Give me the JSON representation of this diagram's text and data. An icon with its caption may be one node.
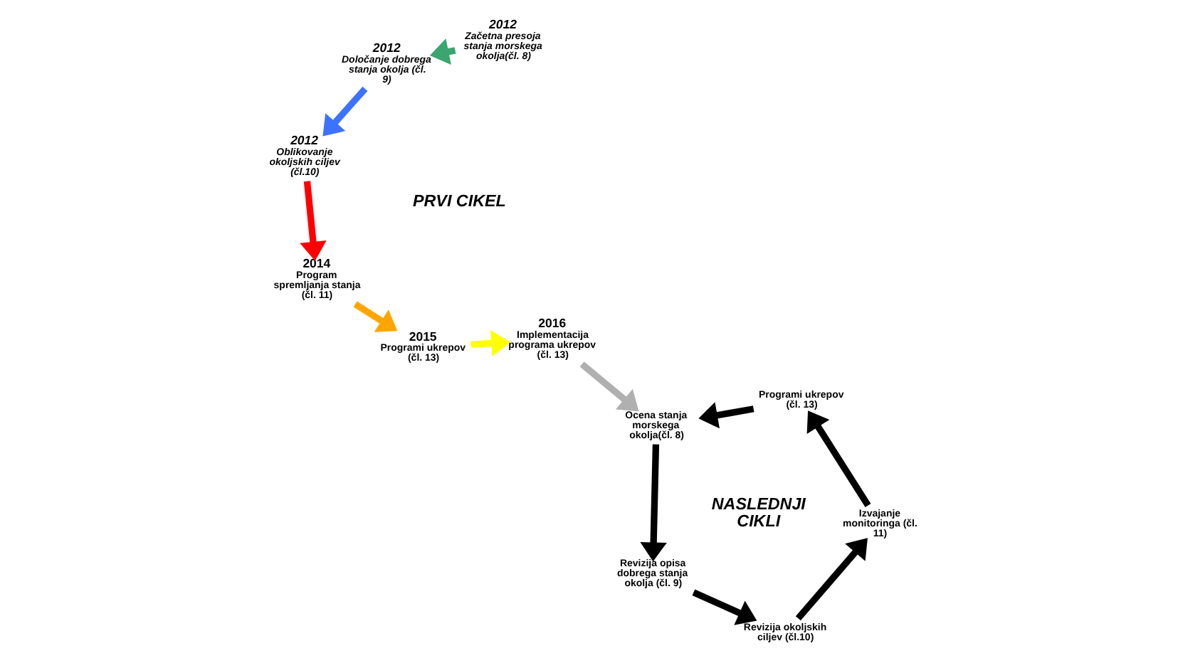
{
  "diagram": {
    "nodes": [
      {
        "text": [
          "2012",
          "Oblikovanje okoljskih ciljev (čl.10)"
        ]
      },
      {
        "text": [
          "2014",
          "Program spremljanja stanja (čl. 11)"
        ]
      },
      {
        "text": [
          "2015",
          "Programi ukrepov (čl. 13)"
        ]
      },
      {
        "text": [
          "2016",
          "Implementacija programa ukrepov (čl. 13)"
        ]
      },
      {
        "text": [
          "2012",
          "Določanje dobrega stanja okolja (čl. 9)"
        ]
      },
      {
        "text": [
          "2012",
          "Začetna presoja stanja morskega okolja(čl. 8)"
        ]
      },
      {
        "text": [
          "Revizija okoljskih ciljev (čl.10)"
        ]
      },
      {
        "text": [
          "Izvajanje monitoringa (čl. 11)"
        ]
      },
      {
        "text": [
          "Revizija opisa dobrega stanja okolja (čl. 9)"
        ]
      },
      {
        "text": [
          "Programi ukrepov (čl. 13)"
        ]
      },
      {
        "text": [
          "Ocena stanja morskega okolja(čl. 8)"
        ]
      }
    ],
    "edges": [
      {
        "from": 0,
        "to": 1,
        "arrow": "to",
        "color": "#ff0000"
      },
      {
        "from": 1,
        "to": 2,
        "arrow": "to",
        "color": "#ffa500"
      },
      {
        "from": 2,
        "to": 3,
        "arrow": "to",
        "color": "#ffff00"
      },
      {
        "from": 3,
        "to": 10,
        "arrow": "to",
        "color": "#b0b0b0"
      },
      {
        "from": 5,
        "to": 4,
        "arrow": "to",
        "color": "#3aa56e"
      },
      {
        "from": 4,
        "to": 0,
        "arrow": "to",
        "color": "#3d72ff"
      },
      {
        "from": 10,
        "to": 8,
        "arrow": "to"
      },
      {
        "from": 8,
        "to": 6,
        "arrow": "to"
      },
      {
        "from": 6,
        "to": 7,
        "arrow": "to"
      },
      {
        "from": 7,
        "to": 9,
        "arrow": "to"
      },
      {
        "from": 9,
        "to": 10,
        "arrow": "to"
      }
    ],
    "labels": [
      "PRVI CIKEL",
      "NASLEDNJI CIKLI"
    ]
  }
}
